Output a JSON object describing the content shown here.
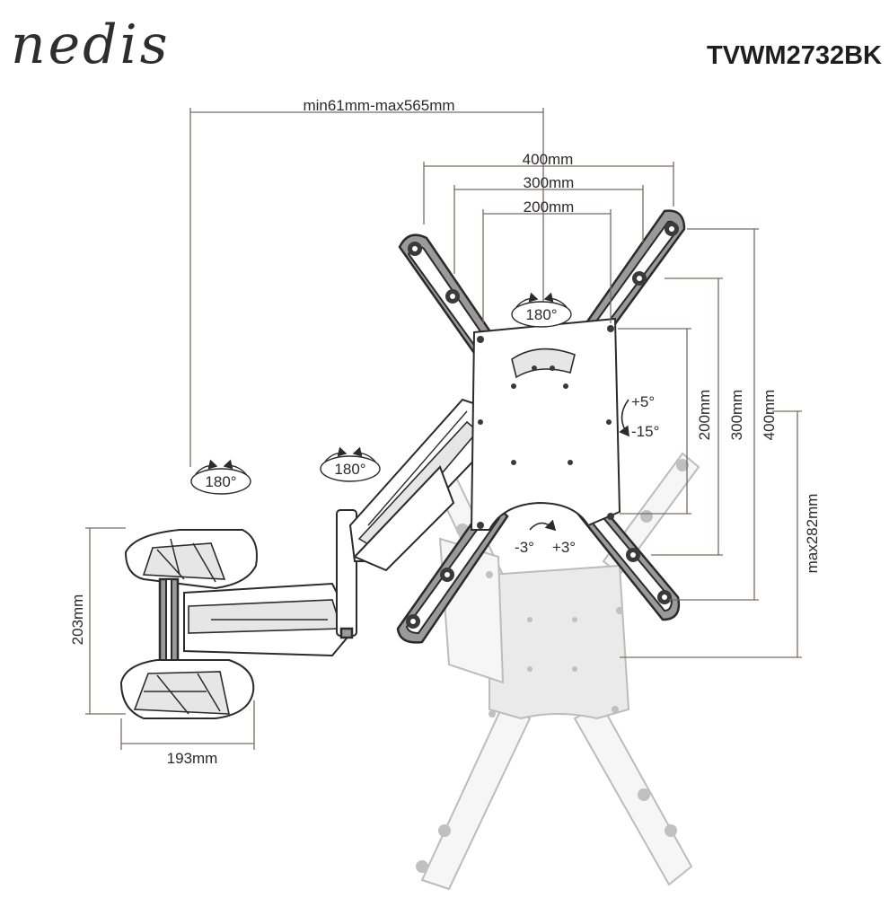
{
  "brand": {
    "logo": "nedis",
    "model": "TVWM2732BK"
  },
  "dimensions": {
    "reach": "min61mm-max565mm",
    "vesa_h_400": "400mm",
    "vesa_h_300": "300mm",
    "vesa_h_200": "200mm",
    "vesa_v_200": "200mm",
    "vesa_v_300": "300mm",
    "vesa_v_400": "400mm",
    "max_height": "max282mm",
    "base_height": "203mm",
    "base_width": "193mm"
  },
  "angles": {
    "rotate_plate": "180°",
    "rotate_arm": "180°",
    "rotate_base": "180°",
    "tilt_up": "+5°",
    "tilt_down": "-15°",
    "level_minus": "-3°",
    "level_plus": "+3°"
  }
}
